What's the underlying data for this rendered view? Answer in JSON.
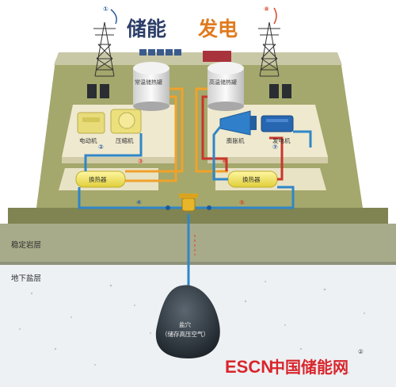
{
  "title": {
    "storage": "储能",
    "generation": "发电"
  },
  "steps": {
    "s1": "①",
    "s2": "②",
    "s3": "③",
    "s4": "④",
    "s5": "⑤",
    "s6": "⑥",
    "s7": "⑦",
    "s8": "⑧"
  },
  "labels": {
    "motor": "电动机",
    "compressor": "压缩机",
    "heat_exchanger_left": "换热器",
    "heat_exchanger_right": "换热器",
    "tank_cold": "常温储热罐",
    "tank_hot": "高温储热罐",
    "expander": "膨胀机",
    "generator": "发电机",
    "stable_rock": "稳定岩层",
    "salt_layer": "地下盐层",
    "cavern_line1": "盐穴",
    "cavern_line2": "（储存高压空气）",
    "mark_2": "②"
  },
  "watermark": {
    "en": "ESCN",
    "cn": "中国储能网"
  },
  "colors": {
    "blue_pipe": "#2f86c7",
    "red_pipe": "#c9362b",
    "orange_pipe": "#f0a22a",
    "ground": "#9aa06a",
    "salt": "#eef1f4"
  }
}
